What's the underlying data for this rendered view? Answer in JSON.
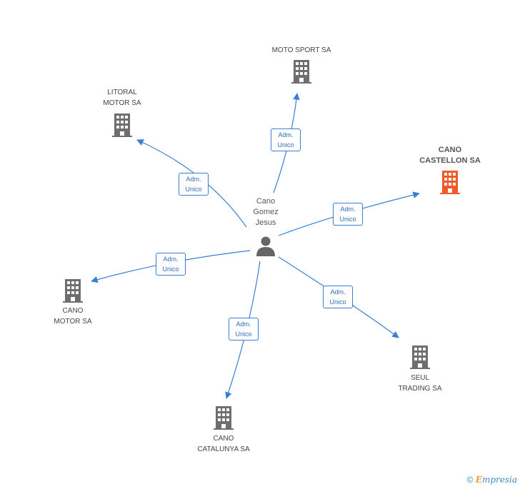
{
  "person": {
    "name_lines": [
      "Cano",
      "Gomez",
      "Jesus"
    ],
    "icon": "person-icon"
  },
  "companies": [
    {
      "id": "moto-sport",
      "lines": [
        "MOTO SPORT SA"
      ],
      "highlight": false,
      "icon": "building-icon"
    },
    {
      "id": "litoral-motor",
      "lines": [
        "LITORAL",
        "MOTOR SA"
      ],
      "highlight": false,
      "icon": "building-icon"
    },
    {
      "id": "cano-castellon",
      "lines": [
        "CANO",
        "CASTELLON SA"
      ],
      "highlight": true,
      "icon": "building-icon"
    },
    {
      "id": "cano-motor",
      "lines": [
        "CANO",
        "MOTOR SA"
      ],
      "highlight": false,
      "icon": "building-icon"
    },
    {
      "id": "seul-trading",
      "lines": [
        "SEUL",
        "TRADING SA"
      ],
      "highlight": false,
      "icon": "building-icon"
    },
    {
      "id": "cano-catalunya",
      "lines": [
        "CANO",
        "CATALUNYA SA"
      ],
      "highlight": false,
      "icon": "building-icon"
    }
  ],
  "relations": [
    {
      "to": "moto-sport",
      "lines": [
        "Adm.",
        "Unico"
      ]
    },
    {
      "to": "litoral-motor",
      "lines": [
        "Adm.",
        "Unico"
      ]
    },
    {
      "to": "cano-castellon",
      "lines": [
        "Adm.",
        "Unico"
      ]
    },
    {
      "to": "cano-motor",
      "lines": [
        "Adm.",
        "Unico"
      ]
    },
    {
      "to": "seul-trading",
      "lines": [
        "Adm.",
        "Unico"
      ]
    },
    {
      "to": "cano-catalunya",
      "lines": [
        "Adm.",
        "Unico"
      ]
    }
  ],
  "colors": {
    "edge": "#3a7fd5",
    "building": "#6e6e6e",
    "highlight_building": "#f05a28",
    "person": "#666666"
  },
  "footer": {
    "copyright": "©",
    "brand_first": "E",
    "brand_rest": "mpresia"
  }
}
